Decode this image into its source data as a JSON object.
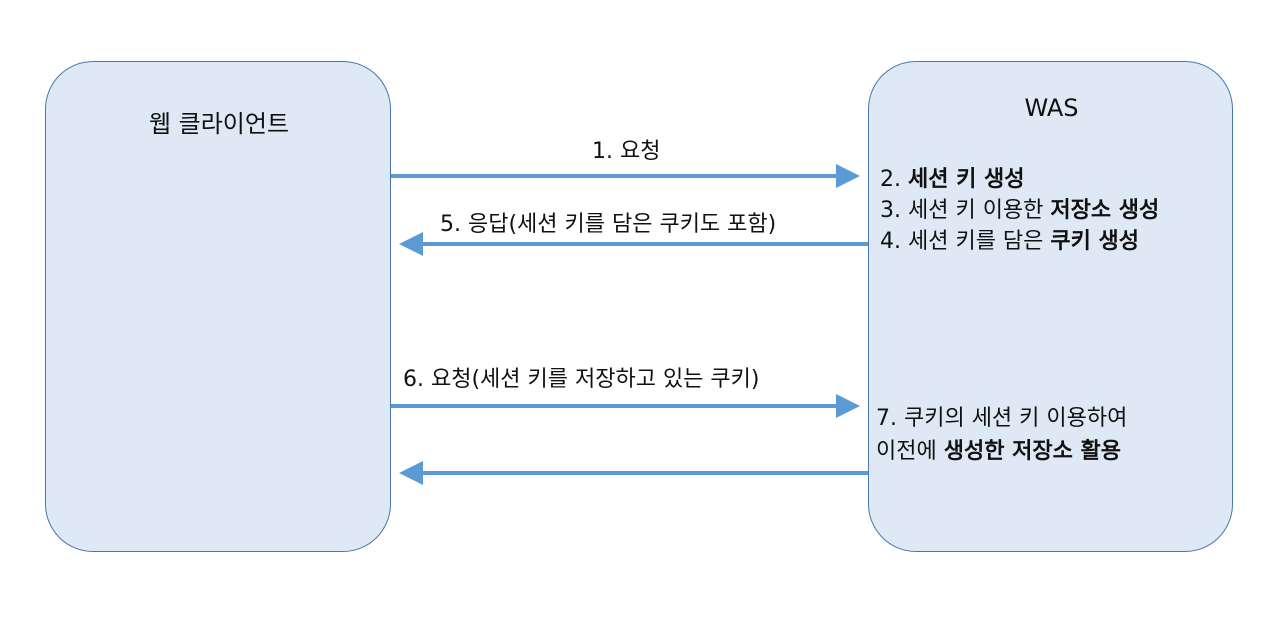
{
  "client": {
    "title": "웹 클라이언트"
  },
  "was": {
    "title": "WAS"
  },
  "arrows": [
    {
      "label": "1. 요청",
      "direction": "to-was"
    },
    {
      "label": "5. 응답(세션 키를 담은 쿠키도 포함)",
      "direction": "to-client"
    },
    {
      "label": "6. 요청(세션 키를 저장하고 있는 쿠키)",
      "direction": "to-was"
    },
    {
      "label": "",
      "direction": "to-client"
    }
  ],
  "was_steps": [
    {
      "normal": "2. ",
      "bold": "세션 키 생성"
    },
    {
      "normal": "3. 세션 키 이용한 ",
      "bold": "저장소 생성"
    },
    {
      "normal": "4. 세션 키를 담은 ",
      "bold": "쿠키 생성"
    },
    {
      "normal": "7. 쿠키의 세션 키 이용하여",
      "bold": ""
    },
    {
      "normal": "이전에 ",
      "bold": "생성한 저장소 활용"
    }
  ],
  "colors": {
    "box_fill": "#dee9f5",
    "box_border": "#4a78ad",
    "arrow": "#5b9bd5"
  }
}
